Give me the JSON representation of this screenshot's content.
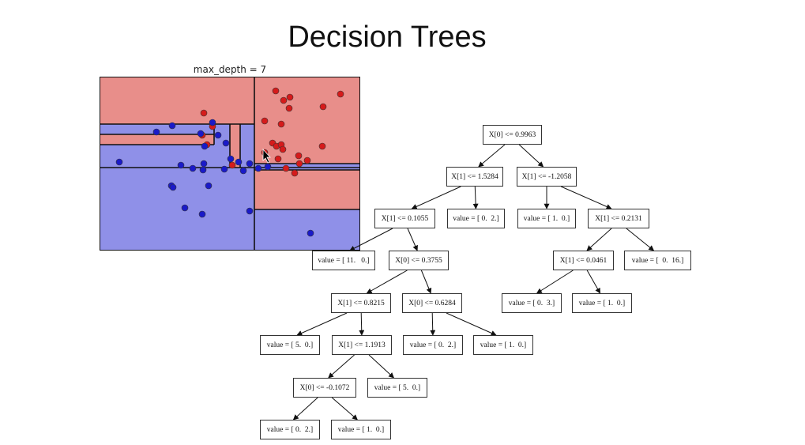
{
  "slide": {
    "title": "Decision Trees"
  },
  "plot": {
    "title": "max_depth = 7"
  },
  "colors": {
    "red_region": "#e88e8a",
    "blue_region": "#8f90e8",
    "red_point": "#d51b1b",
    "blue_point": "#1a1ac8",
    "boundary": "#111111"
  },
  "tree": {
    "nodes": [
      {
        "id": "n0",
        "text": "X[0] <= 0.9963"
      },
      {
        "id": "n1",
        "text": "X[1] <= 1.5284"
      },
      {
        "id": "n2",
        "text": "X[1] <= -1.2058"
      },
      {
        "id": "n3",
        "text": "X[1] <= 0.1055"
      },
      {
        "id": "n4",
        "text": "value = [ 0.  2.]"
      },
      {
        "id": "n5",
        "text": "value = [ 1.  0.]"
      },
      {
        "id": "n6",
        "text": "X[1] <= 0.2131"
      },
      {
        "id": "n7",
        "text": "value = [ 11.   0.]"
      },
      {
        "id": "n8",
        "text": "X[0] <= 0.3755"
      },
      {
        "id": "n9",
        "text": "X[1] <= 0.0461"
      },
      {
        "id": "n10",
        "text": "value = [  0.  16.]"
      },
      {
        "id": "n11",
        "text": "X[1] <= 0.8215"
      },
      {
        "id": "n12",
        "text": "X[0] <= 0.6284"
      },
      {
        "id": "n13",
        "text": "value = [ 0.  3.]"
      },
      {
        "id": "n14",
        "text": "value = [ 1.  0.]"
      },
      {
        "id": "n15",
        "text": "value = [ 5.  0.]"
      },
      {
        "id": "n16",
        "text": "X[1] <= 1.1913"
      },
      {
        "id": "n17",
        "text": "value = [ 0.  2.]"
      },
      {
        "id": "n18",
        "text": "value = [ 1.  0.]"
      },
      {
        "id": "n19",
        "text": "X[0] <= -0.1072"
      },
      {
        "id": "n20",
        "text": "value = [ 5.  0.]"
      },
      {
        "id": "n21",
        "text": "value = [ 0.  2.]"
      },
      {
        "id": "n22",
        "text": "value = [ 1.  0.]"
      }
    ],
    "edges": [
      [
        "n0",
        "n1"
      ],
      [
        "n0",
        "n2"
      ],
      [
        "n1",
        "n3"
      ],
      [
        "n1",
        "n4"
      ],
      [
        "n2",
        "n5"
      ],
      [
        "n2",
        "n6"
      ],
      [
        "n3",
        "n7"
      ],
      [
        "n3",
        "n8"
      ],
      [
        "n6",
        "n9"
      ],
      [
        "n6",
        "n10"
      ],
      [
        "n8",
        "n11"
      ],
      [
        "n8",
        "n12"
      ],
      [
        "n9",
        "n13"
      ],
      [
        "n9",
        "n14"
      ],
      [
        "n11",
        "n15"
      ],
      [
        "n11",
        "n16"
      ],
      [
        "n12",
        "n17"
      ],
      [
        "n12",
        "n18"
      ],
      [
        "n16",
        "n19"
      ],
      [
        "n16",
        "n20"
      ],
      [
        "n19",
        "n21"
      ],
      [
        "n19",
        "n22"
      ]
    ]
  }
}
